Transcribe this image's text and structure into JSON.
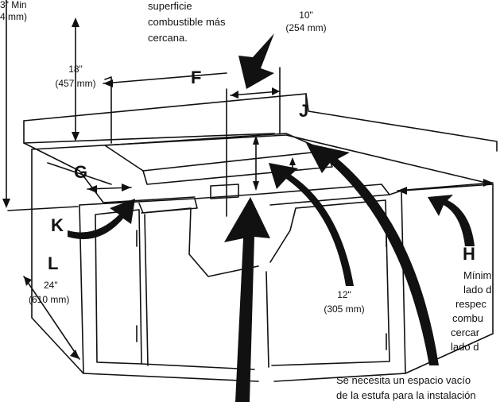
{
  "top_left": {
    "line1": "3\" Min",
    "line2": "4 mm)"
  },
  "note_top": {
    "line1": "superficie",
    "line2": "combustible más",
    "line3": "cercana."
  },
  "dim_10": {
    "in": "10\"",
    "mm": "(254 mm)"
  },
  "dim_18": {
    "in": "18\"",
    "mm": "(457 mm)"
  },
  "dim_12": {
    "in": "12\"",
    "mm": "(305 mm)"
  },
  "dim_24": {
    "in": "24\"",
    "mm": "(610 mm)"
  },
  "letters": {
    "F": "F",
    "J": "J",
    "G": "G",
    "K": "K",
    "L": "L",
    "H": "H"
  },
  "right_note": [
    "Mínim",
    "lado d",
    "respec",
    "combu",
    "cercar",
    "lado d"
  ],
  "bottom_note": {
    "line1": "Se necesita un espacio vacío",
    "line2": "de la estufa para la instalación"
  },
  "colors": {
    "ink": "#111111",
    "paper": "#ffffff"
  }
}
